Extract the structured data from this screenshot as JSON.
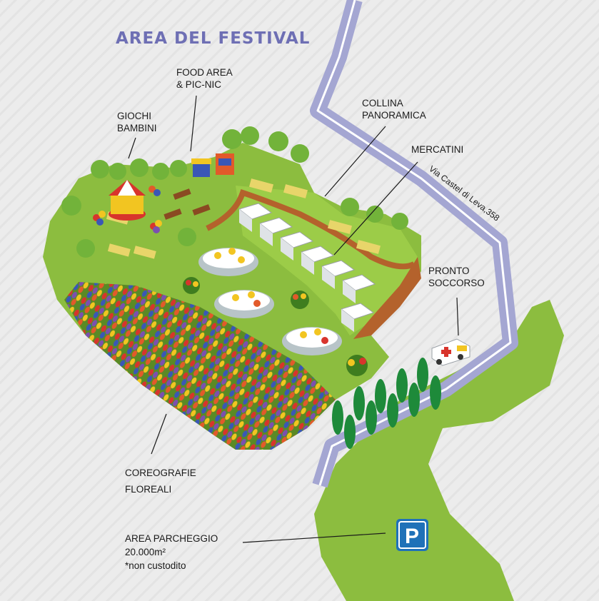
{
  "title": "AREA DEL FESTIVAL",
  "labels": {
    "food_area_1": "FOOD AREA",
    "food_area_2": "& PIC-NIC",
    "giochi_1": "GIOCHI",
    "giochi_2": "BAMBINI",
    "collina_1": "COLLINA",
    "collina_2": "PANORAMICA",
    "mercatini": "MERCATINI",
    "pronto_1": "PRONTO",
    "pronto_2": "SOCCORSO",
    "coreografie_1": "COREOGRAFIE",
    "coreografie_2": "FLOREALI",
    "parcheggio_1": "AREA PARCHEGGIO",
    "parcheggio_2": "20.000m²",
    "parcheggio_3": "*non custodito"
  },
  "road_name": "Via Castel di Leva,358",
  "parking_sign": "P",
  "colors": {
    "background": "#ececec",
    "grass": "#8cbd3f",
    "grass_light": "#9ccc48",
    "road": "#a4a6d2",
    "road_line": "#ffffff",
    "title": "#6e6fb4",
    "parking_sign": "#1f71b8",
    "soil": "#b4622c"
  },
  "icons": [
    "carousel-icon",
    "balloons-icon",
    "food-stand-icon",
    "picnic-table-icon",
    "market-stall-icon",
    "ambulance-icon",
    "cypress-tree-icon",
    "tulip-field-icon",
    "flower-bed-icon",
    "parking-sign-icon"
  ]
}
